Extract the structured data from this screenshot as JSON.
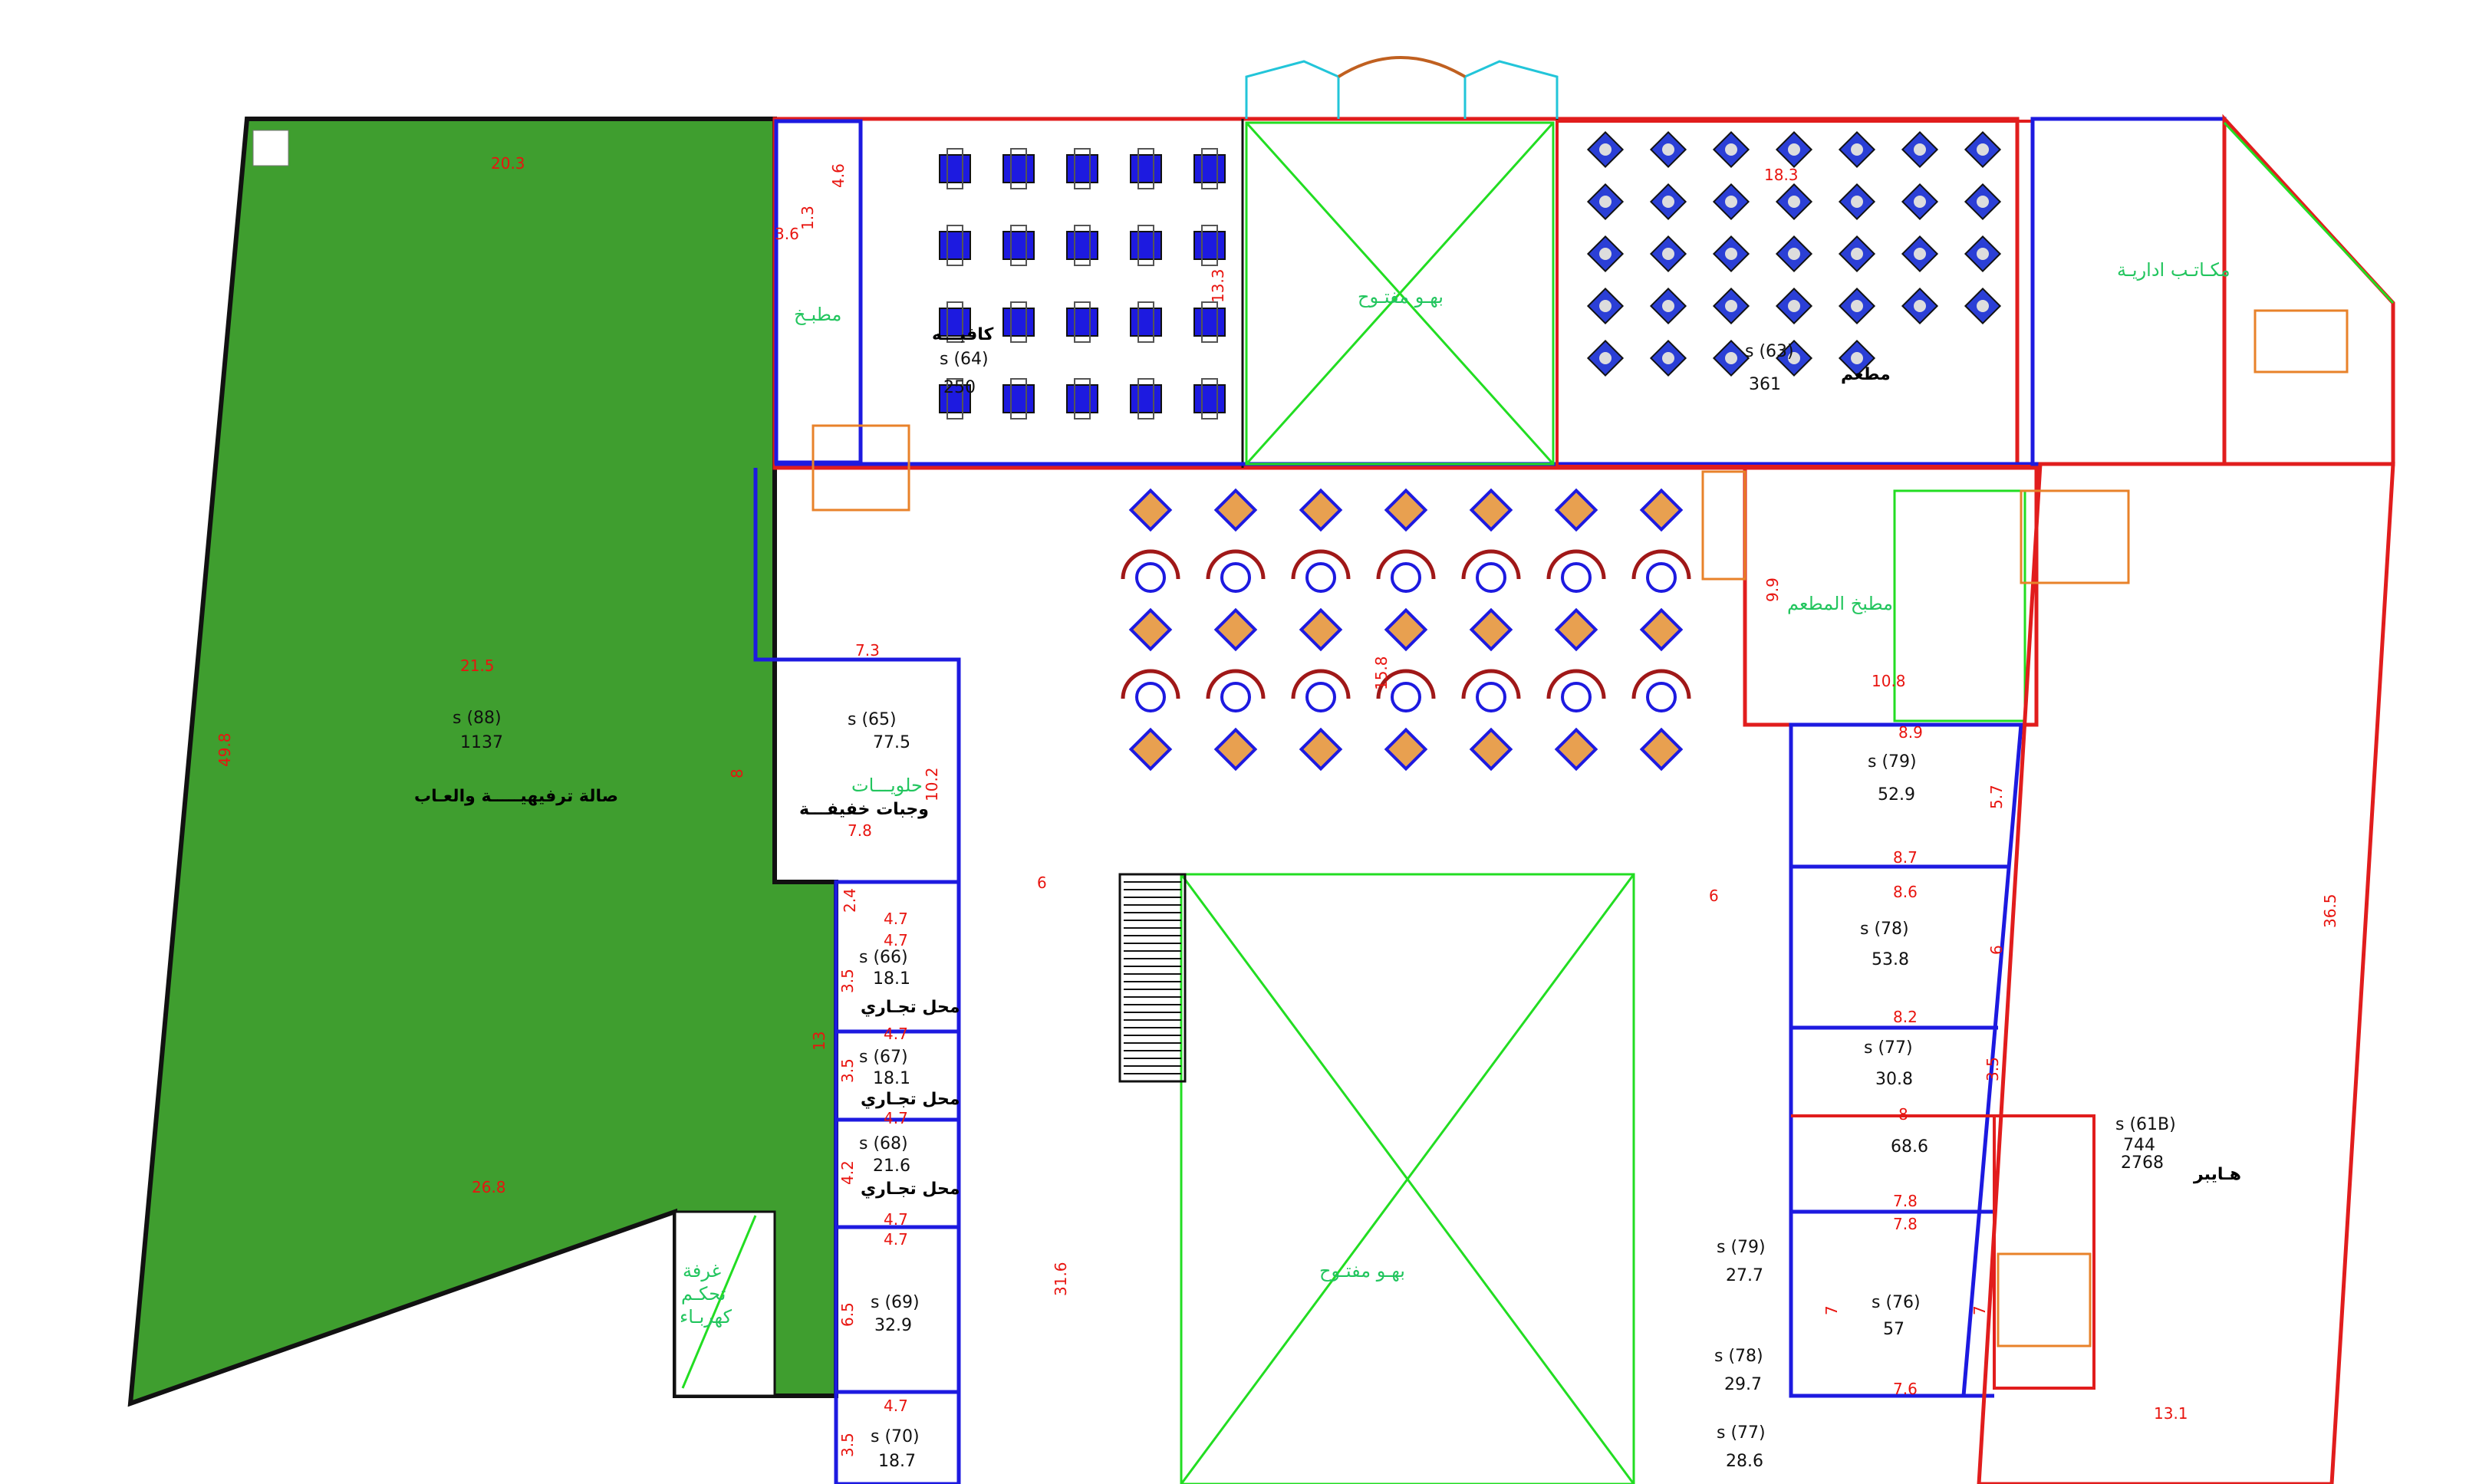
{
  "colors": {
    "hall_fill": "#3f9e2f",
    "wall_red": "#e11d1d",
    "wall_blue": "#1d1ae0",
    "green_line": "#22dd22",
    "cyan_line": "#22c5d9",
    "magenta": "#e820e8",
    "dim_text": "#e8140f"
  },
  "rooms": [
    {
      "id": "s (88)",
      "area": "1137",
      "name": "صالة ترفيهيـــــة والعـاب"
    },
    {
      "id": "s (64)",
      "area": "250",
      "name": "كافيـــه"
    },
    {
      "id": "s (63)",
      "area": "361",
      "name": "مطعم"
    },
    {
      "id": "s (65)",
      "area": "77.5",
      "name": "حلويـــات",
      "name2": "وجبات خفيفـــة"
    },
    {
      "id": "s (66)",
      "area": "18.1",
      "name": "محل تجـاري"
    },
    {
      "id": "s (67)",
      "area": "18.1",
      "name": "محل تجـاري"
    },
    {
      "id": "s (68)",
      "area": "21.6",
      "name": "محل تجـاري"
    },
    {
      "id": "s (69)",
      "area": "32.9"
    },
    {
      "id": "s (70)",
      "area": "18.7"
    },
    {
      "id": "s (79)",
      "area": "52.9"
    },
    {
      "id": "s (78)",
      "area": "53.8"
    },
    {
      "id": "s (77)",
      "area": "30.8"
    },
    {
      "area": "68.6"
    },
    {
      "id": "s (61B)",
      "area": "744",
      "area2": "2768",
      "name": "هـايبر"
    },
    {
      "id": "s (76)",
      "area": "57"
    },
    {
      "id": "s (79)",
      "area": "27.7"
    },
    {
      "id": "s (78)",
      "area": "29.7"
    },
    {
      "id": "s (77)",
      "area": "28.6"
    }
  ],
  "labels": {
    "kitchen": "مطبـخ",
    "restaurant_kitchen": "مطبخ المطعم",
    "offices": "مكـاتـب اداريـة",
    "void1": "بهـو مفتـوح",
    "void2": "بهـو مفتـوح",
    "electrical": [
      "غرفة",
      "تحكـم",
      "كهربـاء"
    ]
  },
  "dims": [
    "20.3",
    "21.5",
    "26.8",
    "49.8",
    "4.6",
    "1.3",
    "3.6",
    "13.3",
    "18.3",
    "7.3",
    "8",
    "10.2",
    "7.8",
    "2.4",
    "4.7",
    "4.7",
    "3.5",
    "13",
    "4.7",
    "4.7",
    "3.5",
    "4.2",
    "4.7",
    "4.7",
    "6.5",
    "4.7",
    "3.5",
    "6",
    "6",
    "31.6",
    "15.8",
    "9.9",
    "10.8",
    "8.9",
    "5.7",
    "8.7",
    "8.6",
    "6",
    "8.2",
    "3.5",
    "8",
    "7.8",
    "7.8",
    "7",
    "7",
    "7.6",
    "13.1",
    "36.5"
  ]
}
